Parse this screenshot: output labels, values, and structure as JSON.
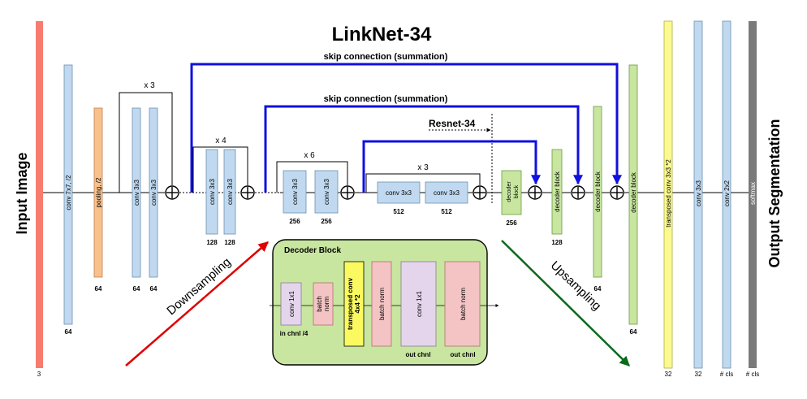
{
  "title": "LinkNet-34",
  "side_labels": {
    "input": "Input Image",
    "output": "Output Segmentation"
  },
  "skip_labels": {
    "top": "skip connection (summation)",
    "middle": "skip connection (summation)"
  },
  "resnet_label": "Resnet-34",
  "repeat_labels": {
    "r1": "x 3",
    "r2": "x 4",
    "r3": "x 6",
    "r4": "x 3"
  },
  "encoder": {
    "conv7": "conv 7x7, /2",
    "pool": "pooling, /2",
    "conv3x3": "conv 3x3",
    "nums": {
      "input": "3",
      "conv7": "64",
      "pool": "64",
      "s1a": "64",
      "s1b": "64",
      "s2a": "128",
      "s2b": "128",
      "s3a": "256",
      "s3b": "256",
      "s4a": "512",
      "s4b": "512"
    }
  },
  "decoder": {
    "block": "decoder block",
    "block_stacked": [
      "decoder",
      "block"
    ],
    "nums": {
      "d4": "256",
      "d3": "128",
      "d2": "64",
      "d1": "64"
    }
  },
  "head": {
    "tconv": "transposed conv 3x3 *2",
    "conv": "conv 3x3",
    "conv2": "conv 2x2",
    "softmax": "softmax",
    "nums": {
      "tconv": "32",
      "conv": "32",
      "conv2": "# cls",
      "softmax": "# cls"
    }
  },
  "arrows": {
    "down": "Downsampling",
    "up": "Upsampling"
  },
  "decoder_block_detail": {
    "title": "Decoder Block",
    "conv1": "conv 1x1",
    "bn1": [
      "batch",
      "norm"
    ],
    "tconv": [
      "transposed conv",
      "4x4 *2"
    ],
    "bn2": "batch norm",
    "conv2": "conv 1x1",
    "bn3": "batch norm",
    "in_label": "in chnl /4",
    "out1": "out chnl",
    "out2": "out chnl"
  }
}
